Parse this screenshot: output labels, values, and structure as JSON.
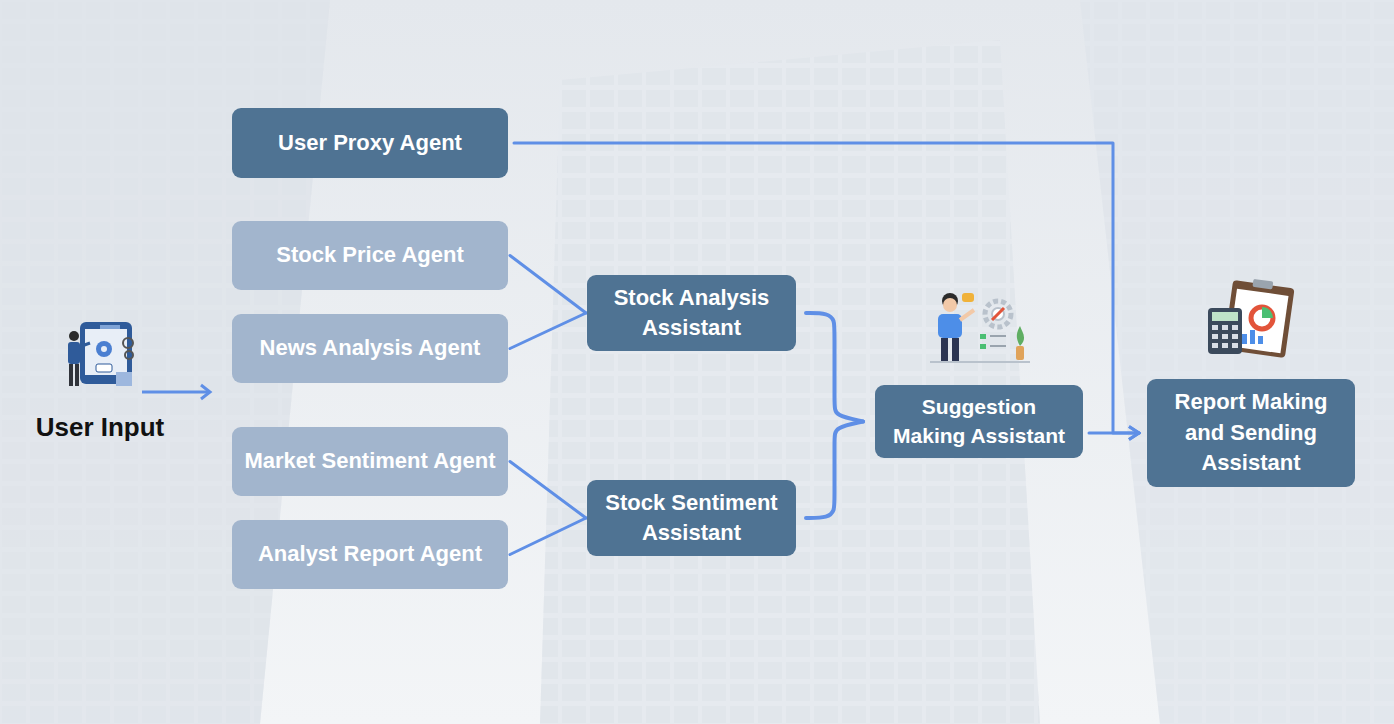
{
  "diagram": {
    "nodes": [
      {
        "text": [
          "User Proxy Agent"
        ]
      },
      {
        "text": [
          "Stock Price Agent"
        ]
      },
      {
        "text": [
          "News Analysis Agent"
        ]
      },
      {
        "text": [
          "Market Sentiment Agent"
        ]
      },
      {
        "text": [
          "Analyst Report Agent"
        ]
      },
      {
        "text": [
          "Stock Analysis Assistant"
        ]
      },
      {
        "text": [
          "Stock Sentiment Assistant"
        ]
      },
      {
        "text": [
          "Suggestion Making Assistant"
        ]
      },
      {
        "text": [
          "Report Making and Sending Assistant"
        ]
      }
    ],
    "edges": [
      {
        "from": 1,
        "to": 5,
        "arrow": "none"
      },
      {
        "from": 2,
        "to": 5,
        "arrow": "none"
      },
      {
        "from": 3,
        "to": 6,
        "arrow": "none"
      },
      {
        "from": 4,
        "to": 6,
        "arrow": "none"
      },
      {
        "from": 5,
        "to": 7,
        "arrow": "none"
      },
      {
        "from": 6,
        "to": 7,
        "arrow": "none"
      },
      {
        "from": 7,
        "to": 8,
        "arrow": "to"
      },
      {
        "from": 0,
        "to": 8,
        "arrow": "to"
      }
    ],
    "labels": [
      "User Input"
    ]
  }
}
